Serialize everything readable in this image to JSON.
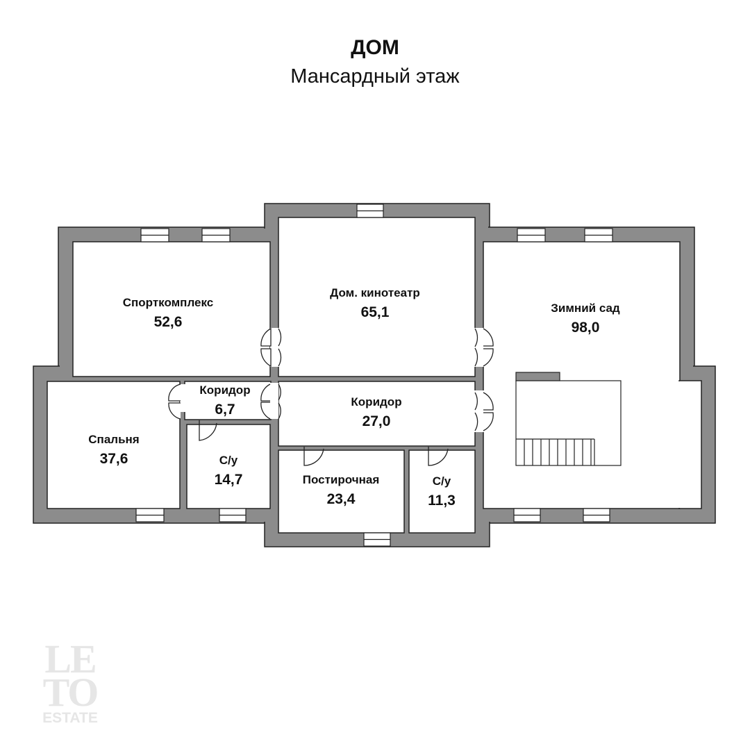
{
  "header": {
    "title": "ДОМ",
    "subtitle": "Мансардный этаж"
  },
  "rooms": {
    "sport": {
      "name": "Спорткомплекс",
      "area": "52,6"
    },
    "cinema": {
      "name": "Дом. кинотеатр",
      "area": "65,1"
    },
    "garden": {
      "name": "Зимний сад",
      "area": "98,0"
    },
    "corridor_small": {
      "name": "Коридор",
      "area": "6,7"
    },
    "corridor_big": {
      "name": "Коридор",
      "area": "27,0"
    },
    "bedroom": {
      "name": "Спальня",
      "area": "37,6"
    },
    "bath_left": {
      "name": "С/у",
      "area": "14,7"
    },
    "laundry": {
      "name": "Постирочная",
      "area": "23,4"
    },
    "bath_right": {
      "name": "С/у",
      "area": "11,3"
    }
  },
  "watermark": {
    "logo_top": "LE",
    "logo_mid": "TO",
    "logo_bottom": "ESTATE"
  },
  "colors": {
    "wall": "#8c8c8c",
    "wall_stroke": "#222222",
    "room_fill": "#ffffff",
    "text": "#111111"
  }
}
